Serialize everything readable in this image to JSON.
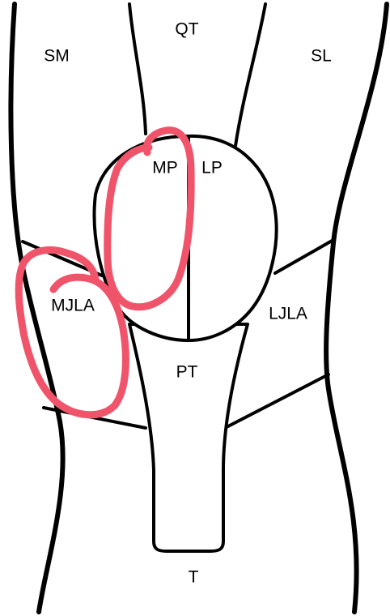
{
  "labels": {
    "sm": "SM",
    "qt": "QT",
    "sl": "SL",
    "mp": "MP",
    "lp": "LP",
    "mjla": "MJLA",
    "ljla": "LJLA",
    "pt": "PT",
    "t": "T"
  },
  "colors": {
    "line": "#000000",
    "annotation": "#f0546a",
    "background": "#ffffff"
  },
  "annotations": [
    {
      "name": "circle-around-medial-patella",
      "encloses": "MP"
    },
    {
      "name": "circle-around-medial-joint-line",
      "encloses": "MJLA"
    }
  ]
}
